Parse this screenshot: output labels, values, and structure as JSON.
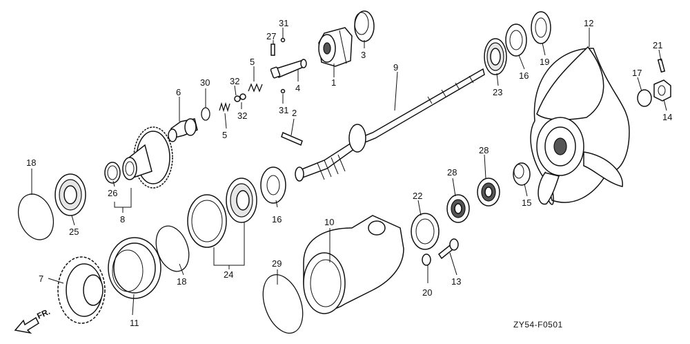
{
  "diagram": {
    "diagram_code": "ZY54-F0501",
    "direction_label": "FR.",
    "callouts": [
      {
        "id": "c1",
        "text": "1"
      },
      {
        "id": "c2",
        "text": "2"
      },
      {
        "id": "c3",
        "text": "3"
      },
      {
        "id": "c4",
        "text": "4"
      },
      {
        "id": "c5a",
        "text": "5"
      },
      {
        "id": "c5b",
        "text": "5"
      },
      {
        "id": "c6",
        "text": "6"
      },
      {
        "id": "c7",
        "text": "7"
      },
      {
        "id": "c8",
        "text": "8"
      },
      {
        "id": "c9",
        "text": "9"
      },
      {
        "id": "c10",
        "text": "10"
      },
      {
        "id": "c11",
        "text": "11"
      },
      {
        "id": "c12",
        "text": "12"
      },
      {
        "id": "c13",
        "text": "13"
      },
      {
        "id": "c14",
        "text": "14"
      },
      {
        "id": "c15",
        "text": "15"
      },
      {
        "id": "c16a",
        "text": "16"
      },
      {
        "id": "c16b",
        "text": "16"
      },
      {
        "id": "c17",
        "text": "17"
      },
      {
        "id": "c18a",
        "text": "18"
      },
      {
        "id": "c18b",
        "text": "18"
      },
      {
        "id": "c19",
        "text": "19"
      },
      {
        "id": "c20",
        "text": "20"
      },
      {
        "id": "c21",
        "text": "21"
      },
      {
        "id": "c22",
        "text": "22"
      },
      {
        "id": "c23",
        "text": "23"
      },
      {
        "id": "c24",
        "text": "24"
      },
      {
        "id": "c25",
        "text": "25"
      },
      {
        "id": "c26",
        "text": "26"
      },
      {
        "id": "c27",
        "text": "27"
      },
      {
        "id": "c28a",
        "text": "28"
      },
      {
        "id": "c28b",
        "text": "28"
      },
      {
        "id": "c29",
        "text": "29"
      },
      {
        "id": "c31a",
        "text": "31"
      },
      {
        "id": "c31b",
        "text": "31"
      },
      {
        "id": "c32a",
        "text": "32"
      },
      {
        "id": "c32b",
        "text": "32"
      }
    ]
  }
}
